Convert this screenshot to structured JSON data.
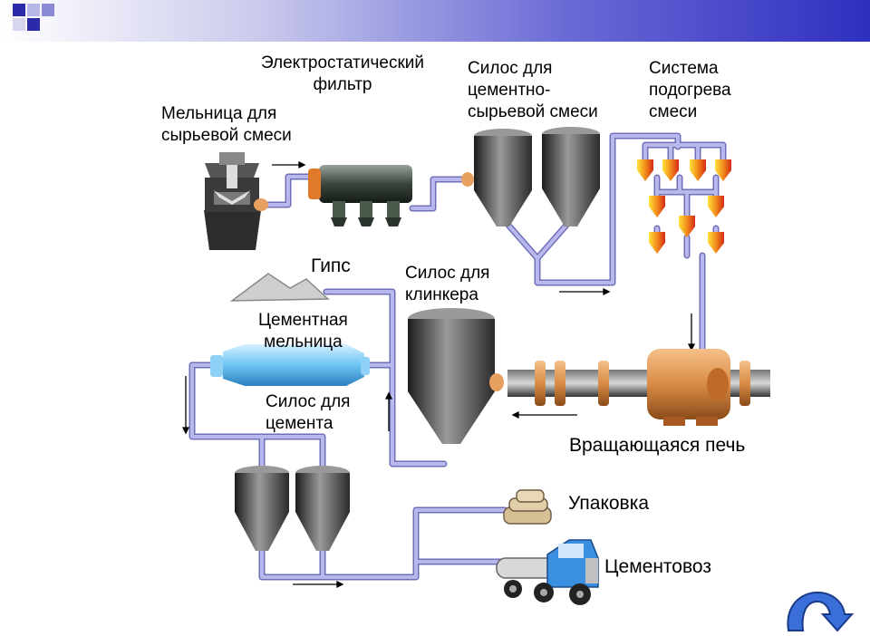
{
  "labels": {
    "raw_mill": "Мельница для\nсырьевой смеси",
    "electrostatic_filter": "Электростатический\nфильтр",
    "raw_mix_silo": "Силос для\nцементно-\nсырьевой смеси",
    "preheater": "Система\nподогрева\nсмеси",
    "gypsum": "Гипс",
    "clinker_silo": "Силос для\nклинкера",
    "cement_mill": "Цементная\nмельница",
    "cement_silo": "Силос для\nцемента",
    "rotary_kiln": "Вращающаяся печь",
    "packing": "Упаковка",
    "cement_truck": "Цементовоз"
  },
  "colors": {
    "pipe": "#a8a8e0",
    "pipe_edge": "#6f6fb8",
    "silo_dark": "#3b3b3b",
    "kiln": "#d98c45",
    "cyclone": "#e8321e",
    "cyclone_top": "#ffd200",
    "mill_blue": "#6cc4f2",
    "truck_blue": "#3b8fe0",
    "header_blue": "#2f2fc0"
  },
  "icons": {
    "next": "curved-arrow-icon"
  }
}
